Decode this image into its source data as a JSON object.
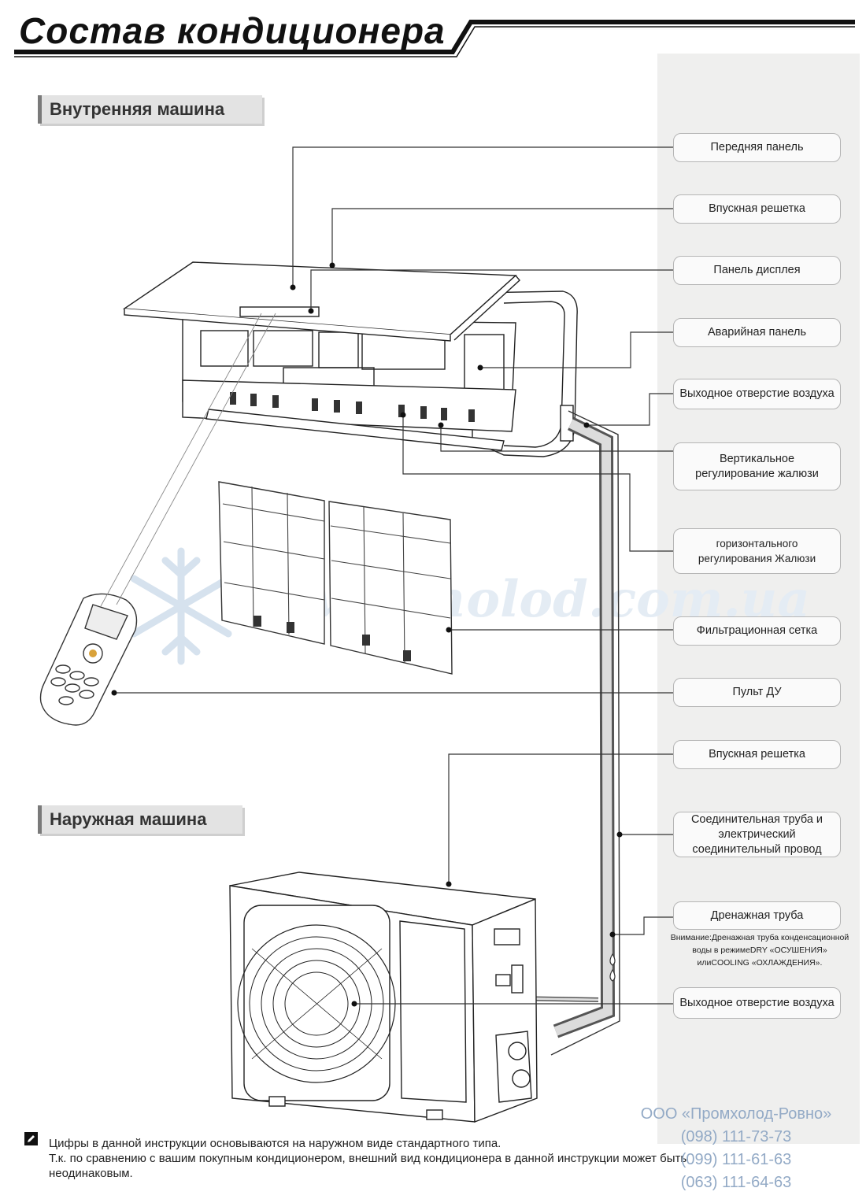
{
  "title": "Состав кондиционера",
  "sections": {
    "indoor": "Внутренняя машина",
    "outdoor": "Наружная машина"
  },
  "labels": {
    "front_panel": "Передняя панель",
    "inlet_grille_1": "Впускная решетка",
    "display_panel": "Панель дисплея",
    "emergency_panel": "Аварийная панель",
    "air_outlet_1": "Выходное отверстие воздуха",
    "vertical_louver": "Вертикальное регулирование жалюзи",
    "horizontal_louver": "горизонтального регулирования Жалюзи",
    "filter": "Фильтрационная сетка",
    "remote": "Пульт ДУ",
    "inlet_grille_2": "Впускная решетка",
    "connecting_pipe": "Соединительная труба и электрический соединительный провод",
    "drain_pipe": "Дренажная труба",
    "air_outlet_2": "Выходное отверстие воздуха"
  },
  "drain_note": {
    "line1": "Внимание:Дренажная труба конденсационной",
    "line2": "воды в режимеDRY «ОСУШЕНИЯ»",
    "line3": "илиCOOLING «ОХЛАЖДЕНИЯ»."
  },
  "footer": {
    "line1": "Цифры в данной инструкции основываются на наружном виде стандартного типа.",
    "line2": "Т.к. по сравнению с вашим покупным кондиционером, внешний вид кондиционера в данной инструкции может быть",
    "line3": "неодинаковым."
  },
  "watermark": "www.pholod.com.ua",
  "contact": {
    "company": "ООО «Промхолод-Ровно»",
    "phone1": "(098) 111-73-73",
    "phone2": "(099) 111-61-63",
    "phone3": "(063) 111-64-63"
  },
  "icons": [
    "pencil-icon",
    "snowflake-icon"
  ]
}
